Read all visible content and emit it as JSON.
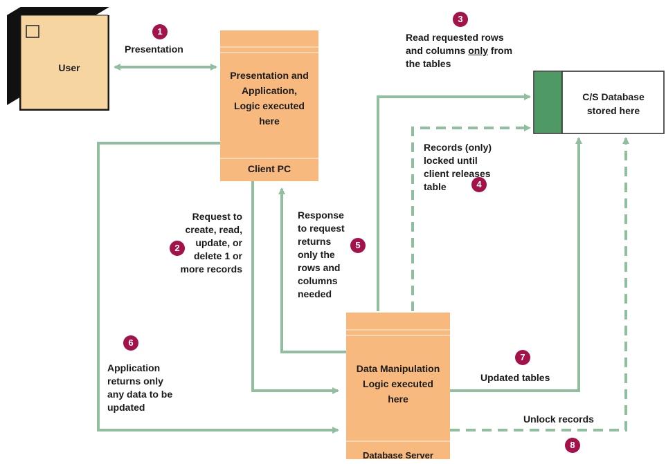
{
  "user_box": {
    "label": "User"
  },
  "client_box": {
    "title": "Presentation and Application, Logic executed here",
    "footer": "Client PC"
  },
  "server_box": {
    "title": "Data Manipulation Logic executed here",
    "footer": "Database Server"
  },
  "database_box": {
    "label": "C/S Database stored here"
  },
  "steps": {
    "s1": {
      "num": "1",
      "text": "Presentation"
    },
    "s2": {
      "num": "2",
      "text": "Request to create, read, update, or delete 1 or more records"
    },
    "s3": {
      "num": "3",
      "text_a": "Read requested rows and columns",
      "text_b": "only",
      "text_c": "from the tables"
    },
    "s4": {
      "num": "4",
      "text": "Records (only) locked until client releases table"
    },
    "s5": {
      "num": "5",
      "text": "Response to request returns only the rows and columns needed"
    },
    "s6": {
      "num": "6",
      "text": "Application returns only any data to be updated"
    },
    "s7": {
      "num": "7",
      "text": "Updated tables"
    },
    "s8": {
      "num": "8",
      "text": "Unlock records"
    }
  },
  "colors": {
    "arrow": "#8fbf9f",
    "box_fill": "#f7b97e",
    "user_fill": "#f6d5a0",
    "db_accent": "#4f9a64",
    "badge": "#a3124a"
  }
}
